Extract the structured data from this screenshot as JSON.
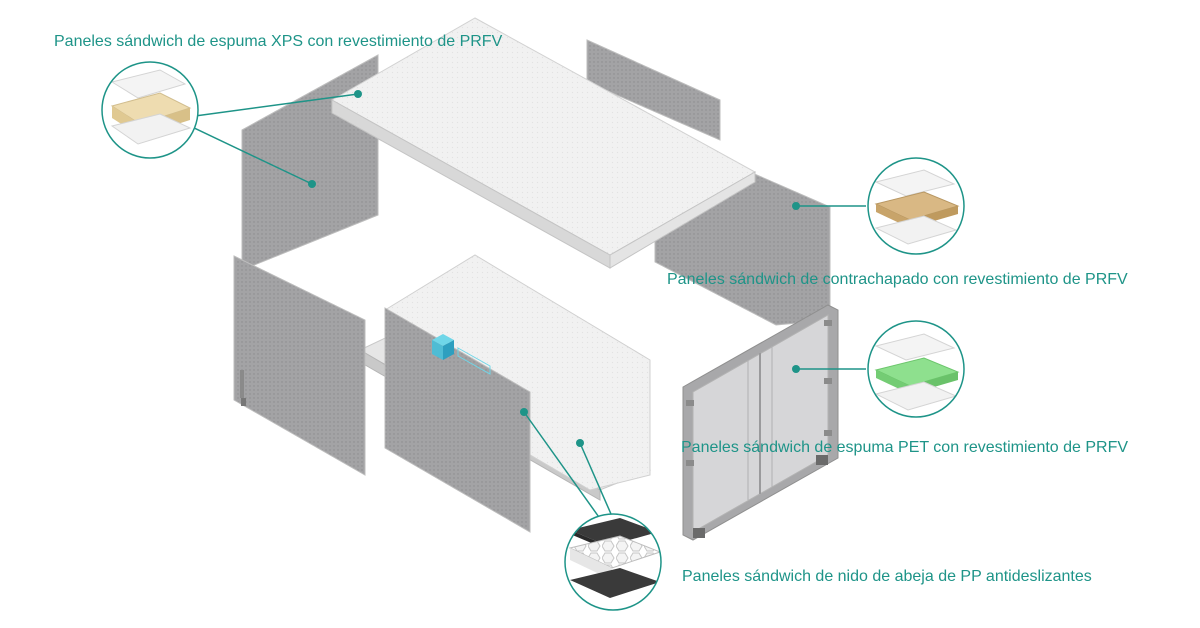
{
  "colors": {
    "accent": "#1e9488",
    "panel_dark": "#9a9a9c",
    "panel_light": "#efefef",
    "xps_foam": "#eedcb0",
    "plywood": "#d9b884",
    "pet_foam": "#8ee08e",
    "honeycomb_skin": "#3a3a3a"
  },
  "labels": {
    "xps": "Paneles sándwich de espuma XPS con revestimiento de PRFV",
    "plywood": "Paneles sándwich de contrachapado con revestimiento de PRFV",
    "pet": "Paneles sándwich de espuma PET con revestimiento de PRFV",
    "pp": "Paneles sándwich de nido de abeja de PP antideslizantes"
  },
  "icons": [
    "layer-stack-xps-icon",
    "layer-stack-plywood-icon",
    "layer-stack-pet-icon",
    "honeycomb-core-icon",
    "cube-logo-icon"
  ]
}
